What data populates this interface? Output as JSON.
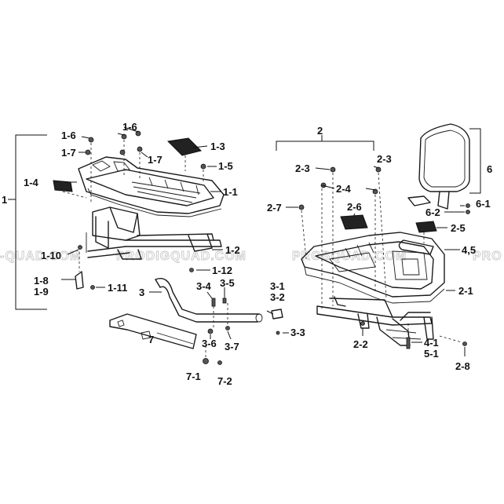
{
  "watermark": {
    "left": "-QUAD.COM",
    "center": "PRODIGQUAD.COM",
    "right_a": "PROSQUAD.COM",
    "right_b": "PRO"
  },
  "groups": {
    "g1": "1",
    "g2": "2",
    "g6": "6"
  },
  "labels": {
    "l1_1": "1-1",
    "l1_2": "1-2",
    "l1_3": "1-3",
    "l1_4": "1-4",
    "l1_5": "1-5",
    "l1_6a": "1-6",
    "l1_6b": "1-6",
    "l1_7a": "1-7",
    "l1_7b": "1-7",
    "l1_8": "1-8",
    "l1_9": "1-9",
    "l1_10": "1-10",
    "l1_11": "1-11",
    "l1_12": "1-12",
    "l2_1": "2-1",
    "l2_2": "2-2",
    "l2_3a": "2-3",
    "l2_3b": "2-3",
    "l2_4": "2-4",
    "l2_5": "2-5",
    "l2_6": "2-6",
    "l2_7": "2-7",
    "l2_8": "2-8",
    "l3": "3",
    "l3_1": "3-1",
    "l3_2": "3-2",
    "l3_3": "3-3",
    "l3_4": "3-4",
    "l3_5": "3-5",
    "l3_6": "3-6",
    "l3_7": "3-7",
    "l4_1": "4-1",
    "l4_5": "4,5",
    "l5_1": "5-1",
    "l6_1": "6-1",
    "l6_2": "6-2",
    "l7": "7",
    "l7_1": "7-1",
    "l7_2": "7-2"
  }
}
